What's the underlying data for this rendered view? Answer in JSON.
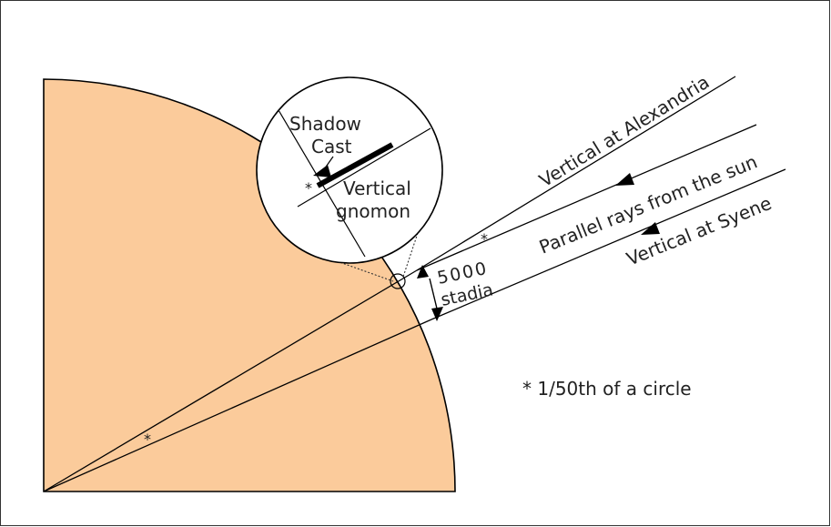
{
  "colors": {
    "earth_fill": "#FBCB9B",
    "line": "#000000",
    "frame": "#333333",
    "background": "#FFFFFF"
  },
  "labels": {
    "vertical_alexandria": "Vertical at Alexandria",
    "parallel_rays": "Parallel rays from the sun",
    "vertical_syene": "Vertical at Syene",
    "distance_value": "5000",
    "distance_unit": "stadia",
    "shadow_line1": "Shadow",
    "shadow_line2": "Cast",
    "gnomon_line1": "Vertical",
    "gnomon_line2": "gnomon",
    "angle_marker": "*",
    "footnote": "* 1/50th of a circle"
  }
}
